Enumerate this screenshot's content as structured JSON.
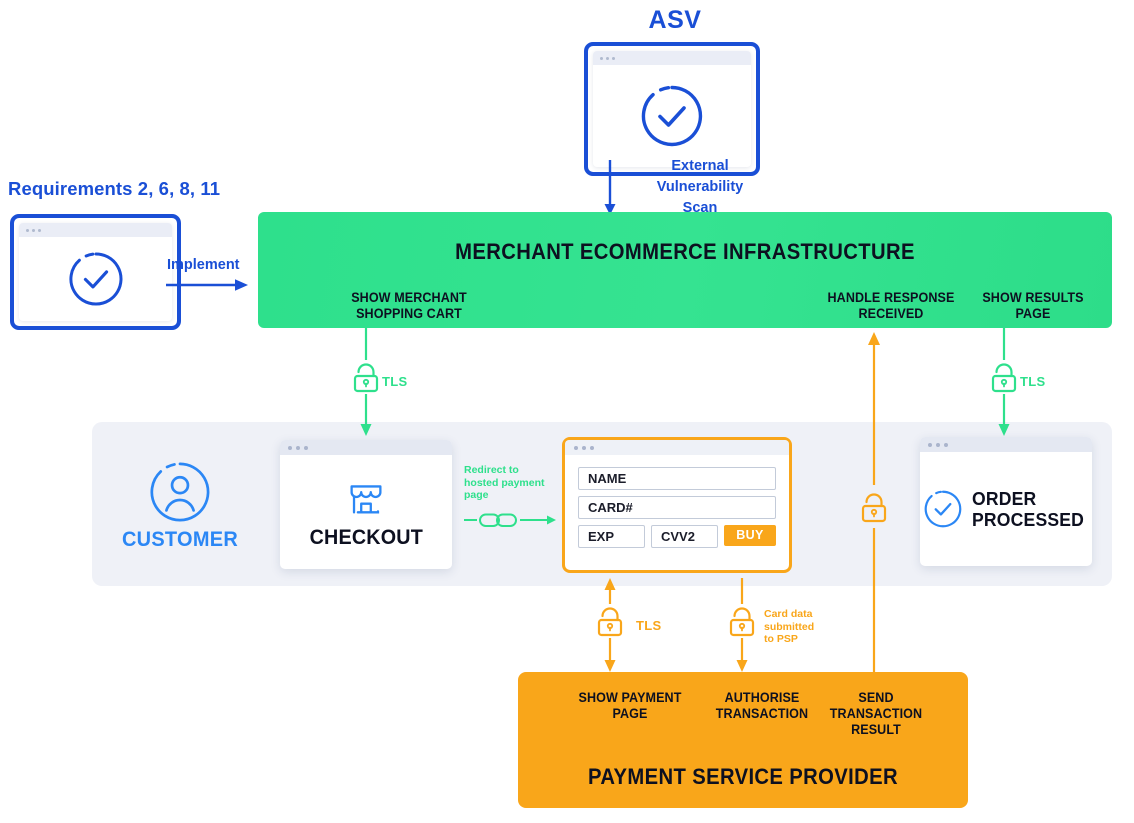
{
  "diagram": {
    "title": "PCI DSS E-commerce hosted payment page flow",
    "colors": {
      "blue": "#1a4fd6",
      "blue_light": "#2b87f5",
      "green": "#2ee08c",
      "orange": "#f9a61a",
      "band": "#eff1f7",
      "ink": "#1b1d2a"
    }
  },
  "asv": {
    "label": "ASV",
    "icon": "check-circle-icon",
    "arrow_caption": [
      "External",
      "Vulnerability",
      "Scan"
    ],
    "arrow_caption_text": "External Vulnerability Scan"
  },
  "requirements": {
    "label": "Requirements 2, 6, 8, 11",
    "icon": "check-circle-icon",
    "arrow_label": "Implement"
  },
  "merchant": {
    "title": "MERCHANT ECOMMERCE INFRASTRUCTURE",
    "actions": [
      {
        "lines": [
          "SHOW MERCHANT",
          "SHOPPING CART"
        ]
      },
      {
        "lines": [
          "HANDLE RESPONSE",
          "RECEIVED"
        ]
      },
      {
        "lines": [
          "SHOW RESULTS",
          "PAGE"
        ]
      }
    ]
  },
  "customer": {
    "label": "CUSTOMER",
    "icon": "user-circle-icon"
  },
  "checkout": {
    "label": "CHECKOUT",
    "icon": "storefront-icon"
  },
  "redirect": {
    "lines": [
      "Redirect to",
      "hosted payment",
      "page"
    ],
    "text": "Redirect to hosted payment page",
    "icon": "chain-link-arrow-icon"
  },
  "payment_form": {
    "fields": [
      {
        "label": "NAME"
      },
      {
        "label": "CARD#"
      },
      {
        "label": "EXP"
      },
      {
        "label": "CVV2"
      }
    ],
    "buy_button": "BUY"
  },
  "order": {
    "label_lines": [
      "ORDER",
      "PROCESSED"
    ],
    "label": "ORDER PROCESSED",
    "icon": "check-circle-icon"
  },
  "psp": {
    "title": "PAYMENT SERVICE PROVIDER",
    "actions": [
      {
        "lines": [
          "SHOW PAYMENT",
          "PAGE"
        ]
      },
      {
        "lines": [
          "AUTHORISE",
          "TRANSACTION"
        ]
      },
      {
        "lines": [
          "SEND",
          "TRANSACTION",
          "RESULT"
        ]
      }
    ]
  },
  "connectors": [
    {
      "id": "tls-merchant-checkout",
      "label": "TLS",
      "color": "green",
      "icon": "lock-icon"
    },
    {
      "id": "tls-merchant-order",
      "label": "TLS",
      "color": "green",
      "icon": "lock-icon"
    },
    {
      "id": "tls-psp-payment-page",
      "label": "TLS",
      "color": "orange",
      "icon": "lock-icon"
    },
    {
      "id": "card-data-to-psp",
      "label": "Card data submitted to PSP",
      "lines": [
        "Card data",
        "submitted",
        "to PSP"
      ],
      "color": "orange",
      "icon": "lock-icon"
    },
    {
      "id": "psp-result-to-merchant",
      "label": "",
      "color": "orange",
      "icon": "lock-icon"
    }
  ]
}
